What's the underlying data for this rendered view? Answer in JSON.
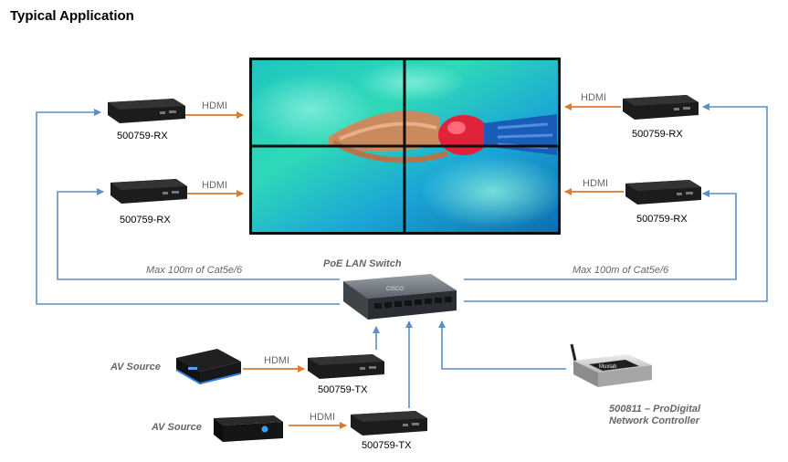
{
  "title": "Typical Application",
  "labels": {
    "rx": "500759-RX",
    "tx": "500759-TX",
    "hdmi": "HDMI",
    "poe_switch": "PoE LAN Switch",
    "max_cable": "Max 100m of Cat5e/6",
    "av_source": "AV Source",
    "controller_line1": "500811 – ProDigital",
    "controller_line2": "Network Controller",
    "switch_brand": "CISCO",
    "controller_brand": "Muxlab"
  },
  "colors": {
    "network_line": "#5b8fc7",
    "hdmi_arrow": "#e07a2e",
    "device_body": "#1c1c1c"
  }
}
